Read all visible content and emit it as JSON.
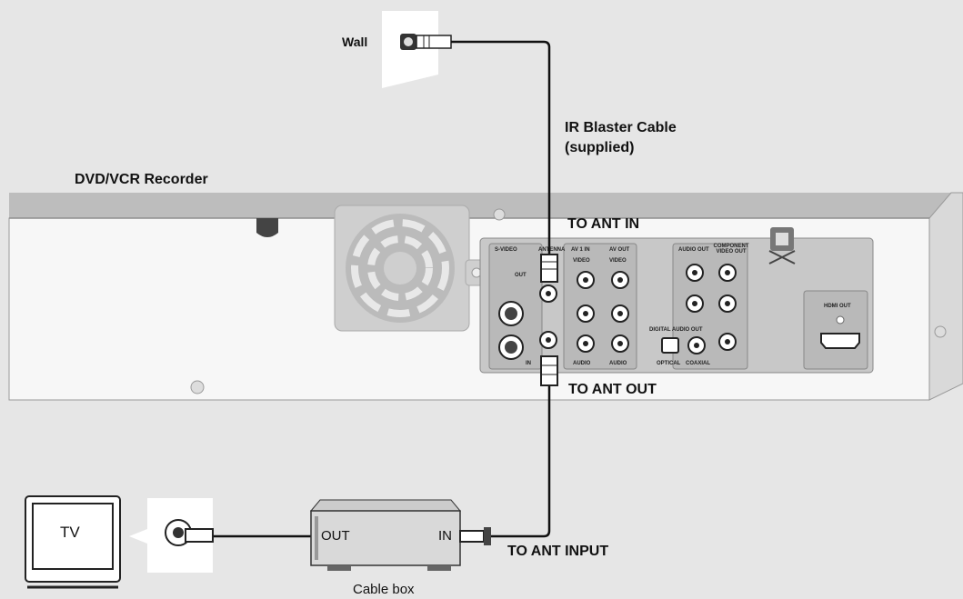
{
  "labels": {
    "wall": "Wall",
    "ir_blaster_line1": "IR Blaster Cable",
    "ir_blaster_line2": "(supplied)",
    "recorder": "DVD/VCR Recorder",
    "to_ant_in": "TO ANT IN",
    "to_ant_out": "TO ANT OUT",
    "to_ant_input": "TO ANT INPUT",
    "cable_box": "Cable box",
    "tv": "TV",
    "box_out": "OUT",
    "box_in": "IN"
  },
  "panel": {
    "s_video": "S-VIDEO",
    "antenna": "ANTENNA",
    "av1_in": "AV 1 IN",
    "av_out": "AV OUT",
    "video": "VIDEO",
    "audio": "AUDIO",
    "out": "OUT",
    "in": "IN",
    "audio_out": "AUDIO OUT",
    "component_video_out": "COMPONENT VIDEO OUT",
    "digital_audio_out": "DIGITAL AUDIO OUT",
    "optical": "OPTICAL",
    "coaxial": "COAXIAL",
    "hdmi_out": "HDMI OUT"
  },
  "colors": {
    "background": "#e6e6e6",
    "recorder_body": "#f7f7f7",
    "panel": "#c8c8c8",
    "cable": "#111111"
  }
}
